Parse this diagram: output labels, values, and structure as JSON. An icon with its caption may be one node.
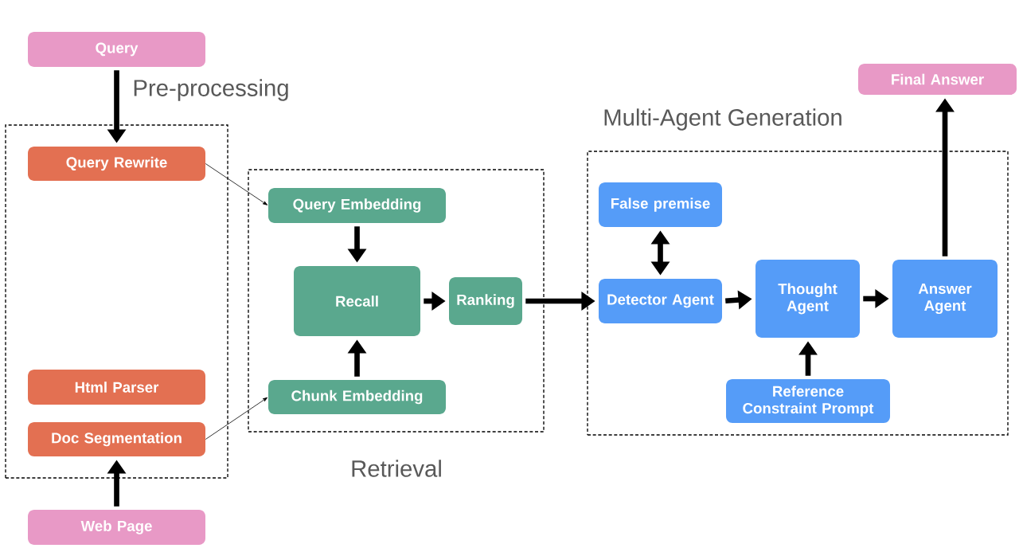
{
  "diagram": {
    "nodes": [
      {
        "text": [
          "Query"
        ]
      },
      {
        "text": [
          "Pre-processing"
        ]
      },
      {
        "text": [
          "Query Rewrite"
        ],
        "in": 1
      },
      {
        "text": [
          "Html Parser"
        ],
        "in": 1
      },
      {
        "text": [
          "Doc Segmentation"
        ],
        "in": 1
      },
      {
        "text": [
          "Web Page"
        ]
      },
      {
        "text": [
          "Retrieval"
        ]
      },
      {
        "text": [
          "Query Embedding"
        ],
        "in": 6
      },
      {
        "text": [
          "Recall"
        ],
        "in": 6
      },
      {
        "text": [
          "Ranking"
        ],
        "in": 6
      },
      {
        "text": [
          "Chunk Embedding"
        ],
        "in": 6
      },
      {
        "text": [
          "Multi-Agent Generation"
        ]
      },
      {
        "text": [
          "False premise"
        ],
        "in": 11
      },
      {
        "text": [
          "Detector Agent"
        ],
        "in": 11
      },
      {
        "text": [
          "Thought Agent"
        ],
        "in": 11
      },
      {
        "text": [
          "Answer Agent"
        ],
        "in": 11
      },
      {
        "text": [
          "Reference Constraint Prompt"
        ],
        "in": 11
      },
      {
        "text": [
          "Final Answer"
        ]
      }
    ],
    "edges": [
      {
        "from": 0,
        "to": 2,
        "arrow": "to"
      },
      {
        "from": 2,
        "to": 7,
        "arrow": "to"
      },
      {
        "from": 4,
        "to": 10,
        "arrow": "to"
      },
      {
        "from": 5,
        "to": 4,
        "arrow": "to"
      },
      {
        "from": 7,
        "to": 8,
        "arrow": "to"
      },
      {
        "from": 10,
        "to": 8,
        "arrow": "to"
      },
      {
        "from": 8,
        "to": 9,
        "arrow": "to"
      },
      {
        "from": 9,
        "to": 13,
        "arrow": "to"
      },
      {
        "from": 12,
        "to": 13,
        "arrow": "both"
      },
      {
        "from": 13,
        "to": 14,
        "arrow": "to"
      },
      {
        "from": 14,
        "to": 15,
        "arrow": "to"
      },
      {
        "from": 16,
        "to": 14,
        "arrow": "to"
      },
      {
        "from": 15,
        "to": 17,
        "arrow": "to"
      }
    ]
  }
}
